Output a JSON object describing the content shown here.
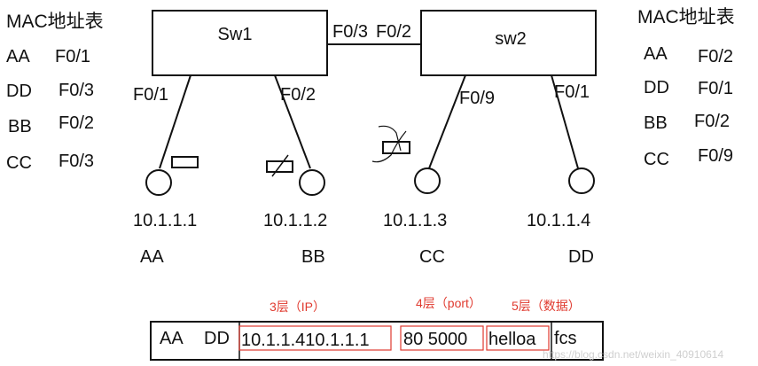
{
  "switches": {
    "sw1": {
      "label": "Sw1"
    },
    "sw2": {
      "label": "sw2"
    },
    "link": {
      "left_port": "F0/3",
      "right_port": "F0/2"
    }
  },
  "mac_tables": {
    "left": {
      "title": "MAC地址表",
      "rows": [
        {
          "mac": "AA",
          "port": "F0/1"
        },
        {
          "mac": "DD",
          "port": "F0/3"
        },
        {
          "mac": "BB",
          "port": "F0/2"
        },
        {
          "mac": "CC",
          "port": "F0/3"
        }
      ]
    },
    "right": {
      "title": "MAC地址表",
      "rows": [
        {
          "mac": "AA",
          "port": "F0/2"
        },
        {
          "mac": "DD",
          "port": "F0/1"
        },
        {
          "mac": "BB",
          "port": "F0/2"
        },
        {
          "mac": "CC",
          "port": "F0/9"
        }
      ]
    }
  },
  "hosts": [
    {
      "ip": "10.1.1.1",
      "mac": "AA",
      "port": "F0/1"
    },
    {
      "ip": "10.1.1.2",
      "mac": "BB",
      "port": "F0/2"
    },
    {
      "ip": "10.1.1.3",
      "mac": "CC",
      "port": "F0/9"
    },
    {
      "ip": "10.1.1.4",
      "mac": "DD",
      "port": "F0/1"
    }
  ],
  "frame": {
    "src_mac": "AA",
    "dst_mac": "DD",
    "ip_field": "10.1.1.410.1.1.1",
    "port_field": "80 5000",
    "data_field": "helloa",
    "fcs": "fcs",
    "layer3_label": "3层（IP）",
    "layer4_label": "4层（port）",
    "layer5_label": "5层（数据）"
  },
  "watermark": "https://blog.csdn.net/weixin_40910614",
  "colors": {
    "ink": "#111111",
    "accent_red": "#e03a2f"
  }
}
